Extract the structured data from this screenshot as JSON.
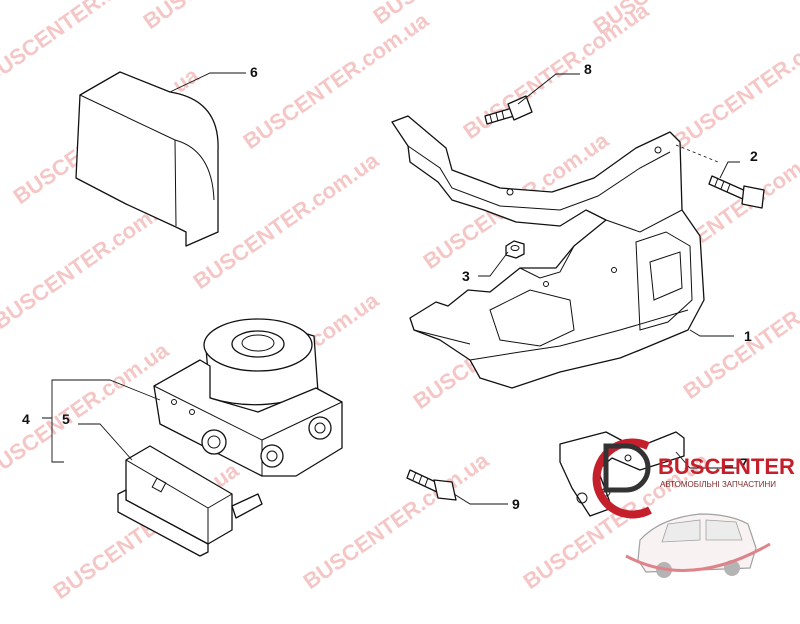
{
  "callouts": {
    "c1": "1",
    "c2": "2",
    "c3": "3",
    "c4": "4",
    "c5": "5",
    "c6": "6",
    "c7": "7",
    "c8": "8",
    "c9": "9"
  },
  "watermark": {
    "text": "BUSCENTER.com.ua",
    "color": "#e87a7a"
  },
  "brand": {
    "name": "BUSCENTER",
    "tagline": "АВТОМОБІЛЬНІ ЗАПЧАСТИНИ",
    "color": "#c41f2b",
    "icon": "bus-silhouette-icon"
  },
  "line_color": "#111111"
}
